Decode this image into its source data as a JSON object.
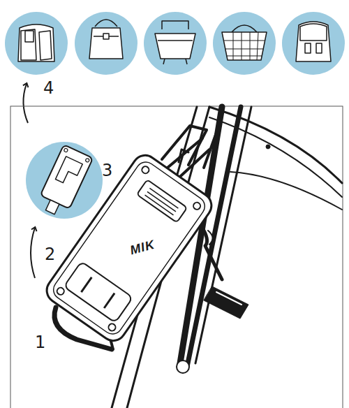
{
  "diagram": {
    "labels": [
      "4",
      "3",
      "MIK",
      "2",
      "1"
    ]
  }
}
